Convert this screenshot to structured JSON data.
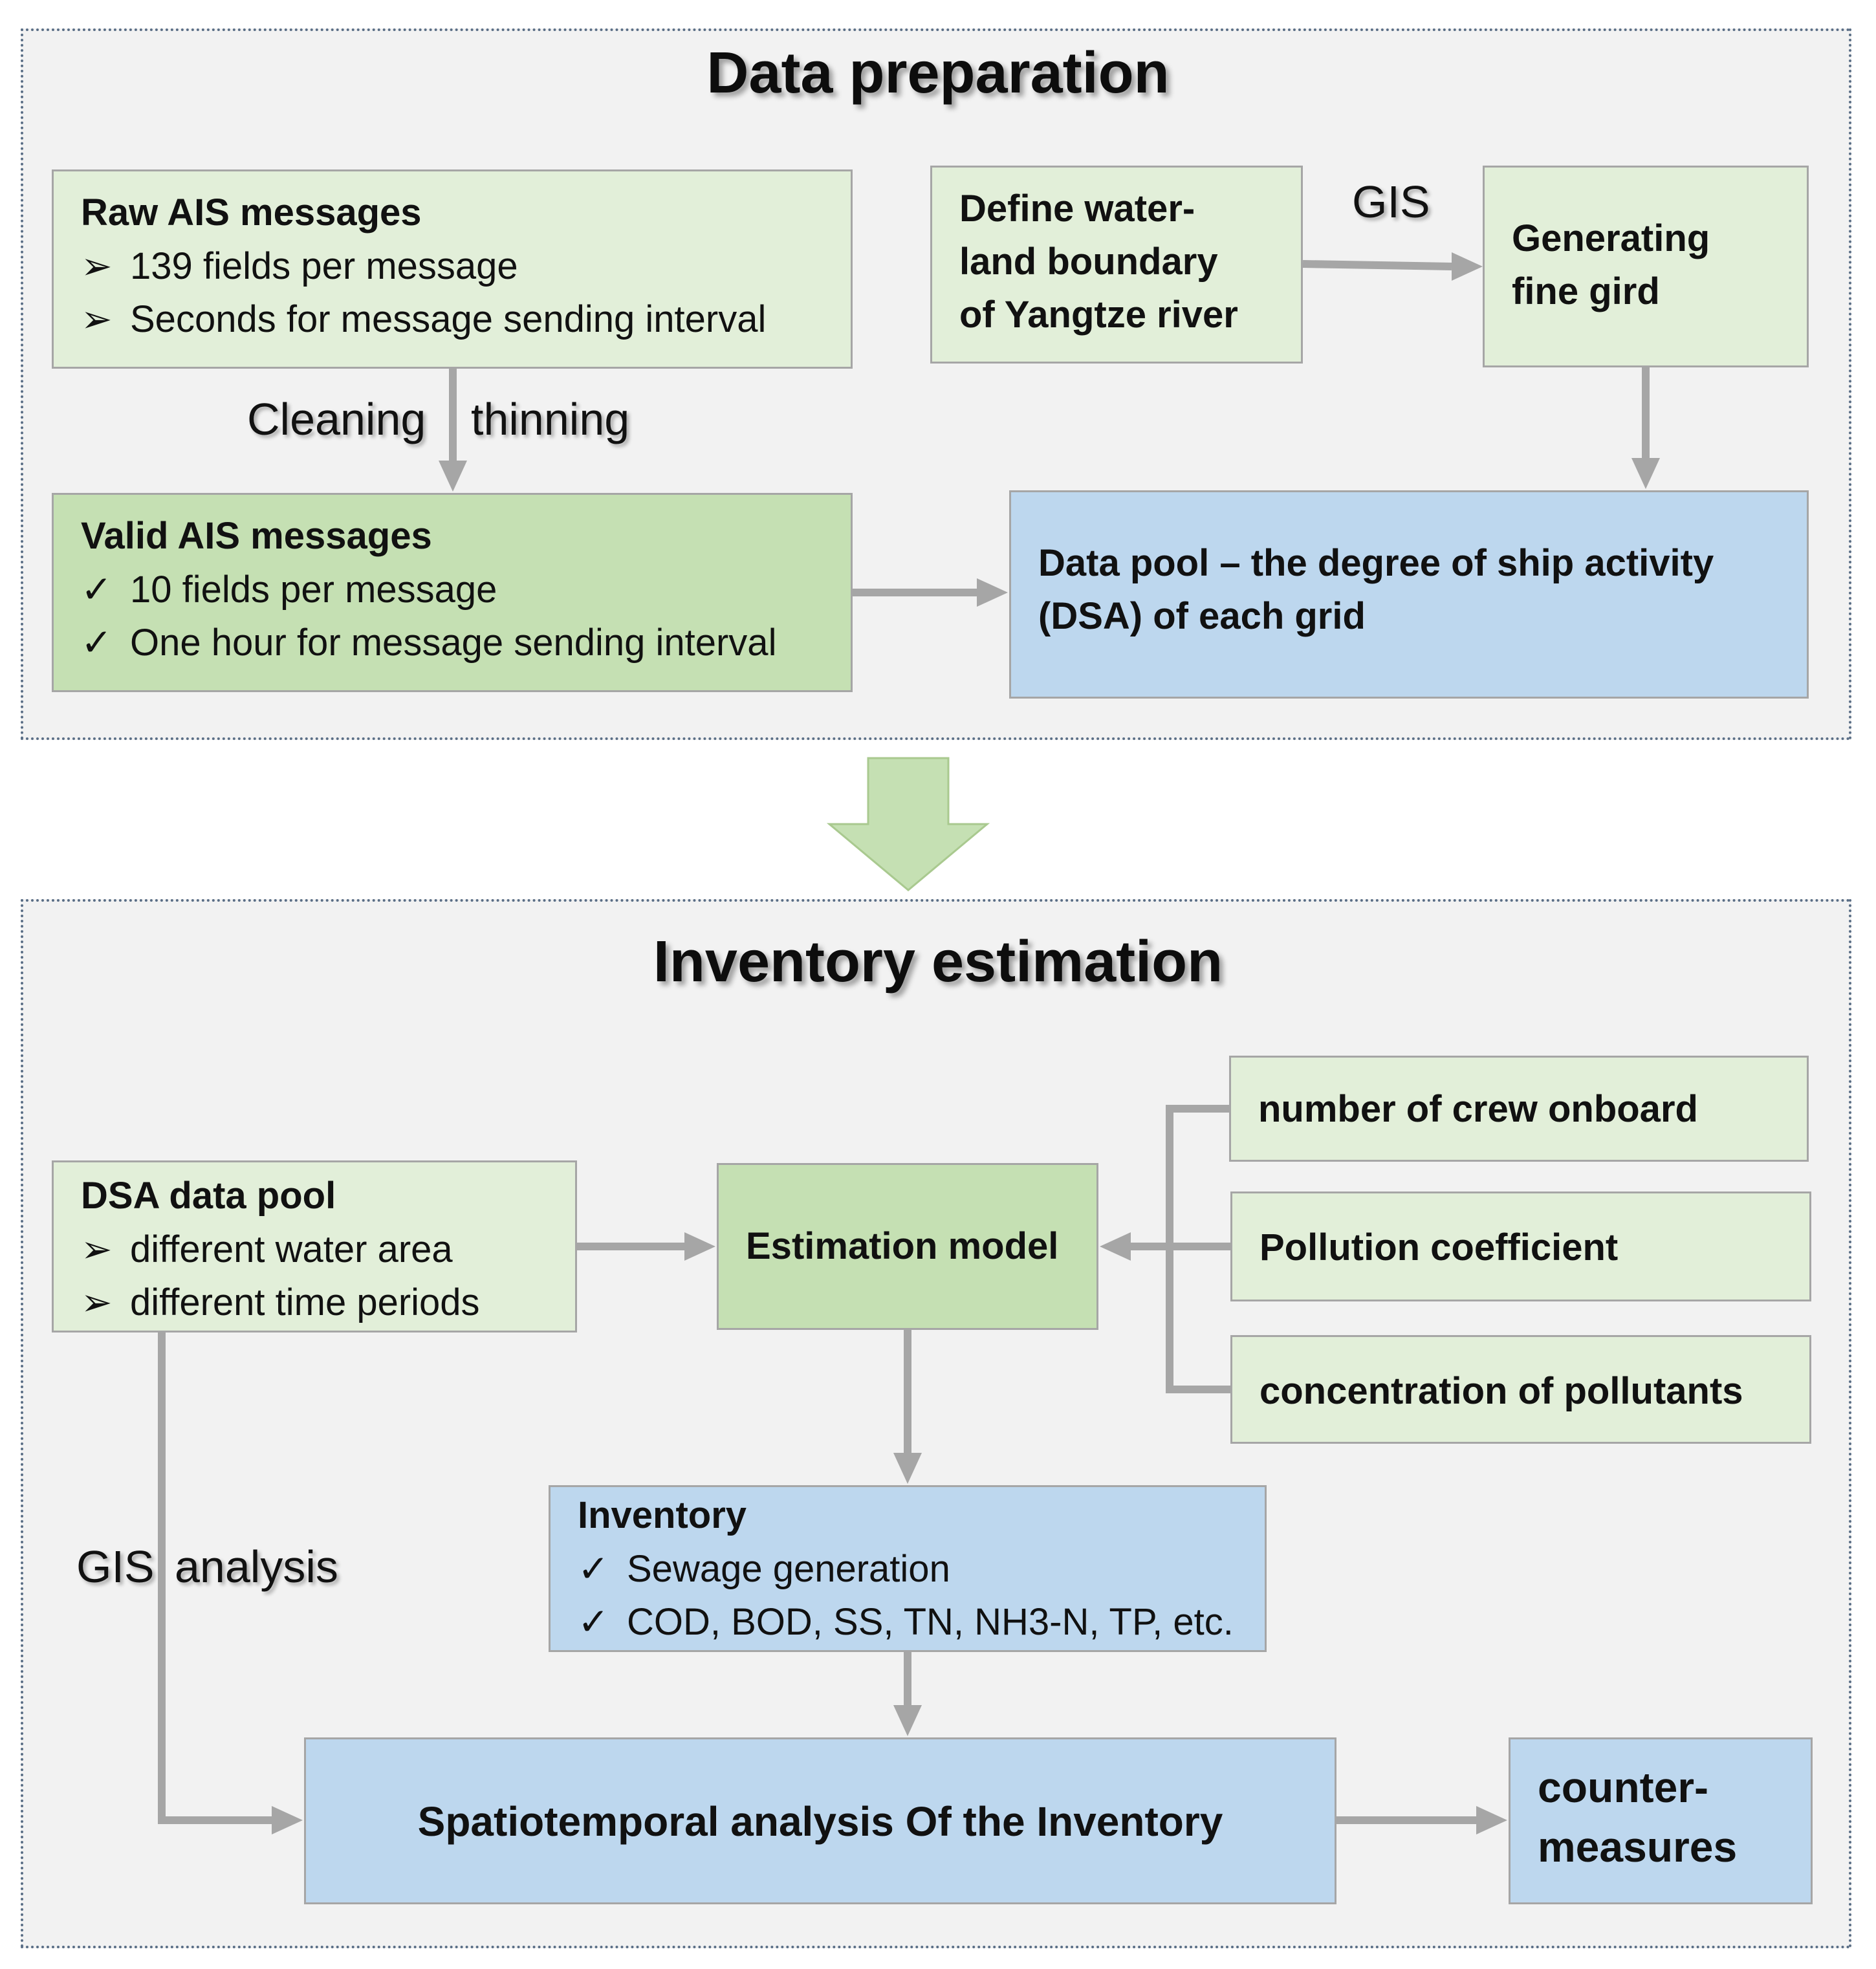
{
  "colors": {
    "panel_bg": "#f2f2f2",
    "panel_border": "#5a6e86",
    "light_green": "#e2efd9",
    "mid_green": "#c5e0b3",
    "blue": "#bdd7ee",
    "connector": "#a6a6a6",
    "big_arrow": "#c5e0b3"
  },
  "icons": {
    "bullet": "arrowhead-bullet-icon",
    "check": "checkmark-icon"
  },
  "prep": {
    "title": "Data preparation",
    "raw": {
      "title": "Raw AIS messages",
      "items": [
        "139 fields per message",
        "Seconds for message sending interval"
      ]
    },
    "define": {
      "lines": [
        "Define water-",
        "land boundary",
        "of Yangtze river"
      ]
    },
    "gis_label": "GIS",
    "grid": {
      "lines": [
        "Generating",
        "fine gird"
      ]
    },
    "cleaning_label": "Cleaning",
    "thinning_label": "thinning",
    "valid": {
      "title": "Valid AIS messages",
      "items": [
        "10 fields per message",
        "One hour for message sending interval"
      ]
    },
    "pool": {
      "lines": [
        "Data pool – the degree of ship activity",
        "(DSA) of each grid"
      ]
    }
  },
  "inv": {
    "title": "Inventory estimation",
    "dsa": {
      "title": "DSA data pool",
      "items": [
        "different water area",
        "different time periods"
      ]
    },
    "model": "Estimation model",
    "crew": "number of crew onboard",
    "coef": "Pollution coefficient",
    "conc": "concentration of pollutants",
    "inventory": {
      "title": "Inventory",
      "items": [
        "Sewage generation",
        "COD, BOD, SS, TN, NH3-N, TP, etc."
      ]
    },
    "gis_label": "GIS",
    "analysis_label": "analysis",
    "spatio": "Spatiotemporal analysis Of the Inventory",
    "counter": {
      "lines": [
        "counter-",
        "measures"
      ]
    }
  }
}
